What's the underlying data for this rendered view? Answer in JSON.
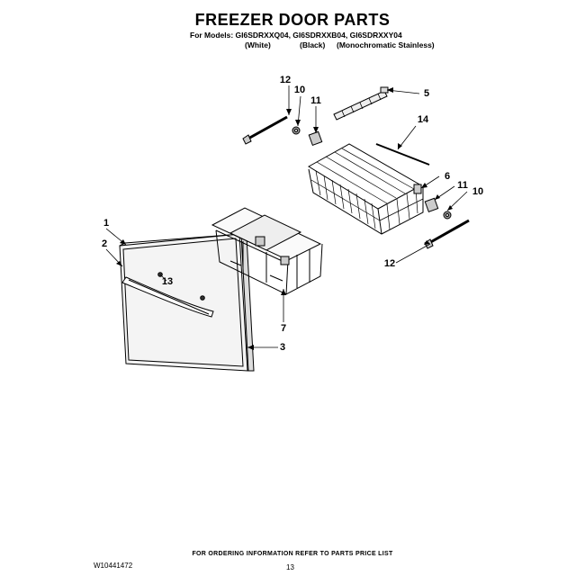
{
  "header": {
    "title": "FREEZER DOOR PARTS",
    "models_line": "For Models: GI6SDRXXQ04, GI6SDRXXB04, GI6SDRXXY04",
    "color_white": "(White)",
    "color_black": "(Black)",
    "color_stainless": "(Monochromatic Stainless)"
  },
  "callouts": [
    "1",
    "2",
    "3",
    "5",
    "6",
    "7",
    "10",
    "10",
    "11",
    "11",
    "12",
    "12",
    "13",
    "14"
  ],
  "footer": {
    "ordering_note": "FOR ORDERING INFORMATION REFER TO PARTS PRICE LIST",
    "document_number": "W10441472",
    "page_number": "13"
  }
}
